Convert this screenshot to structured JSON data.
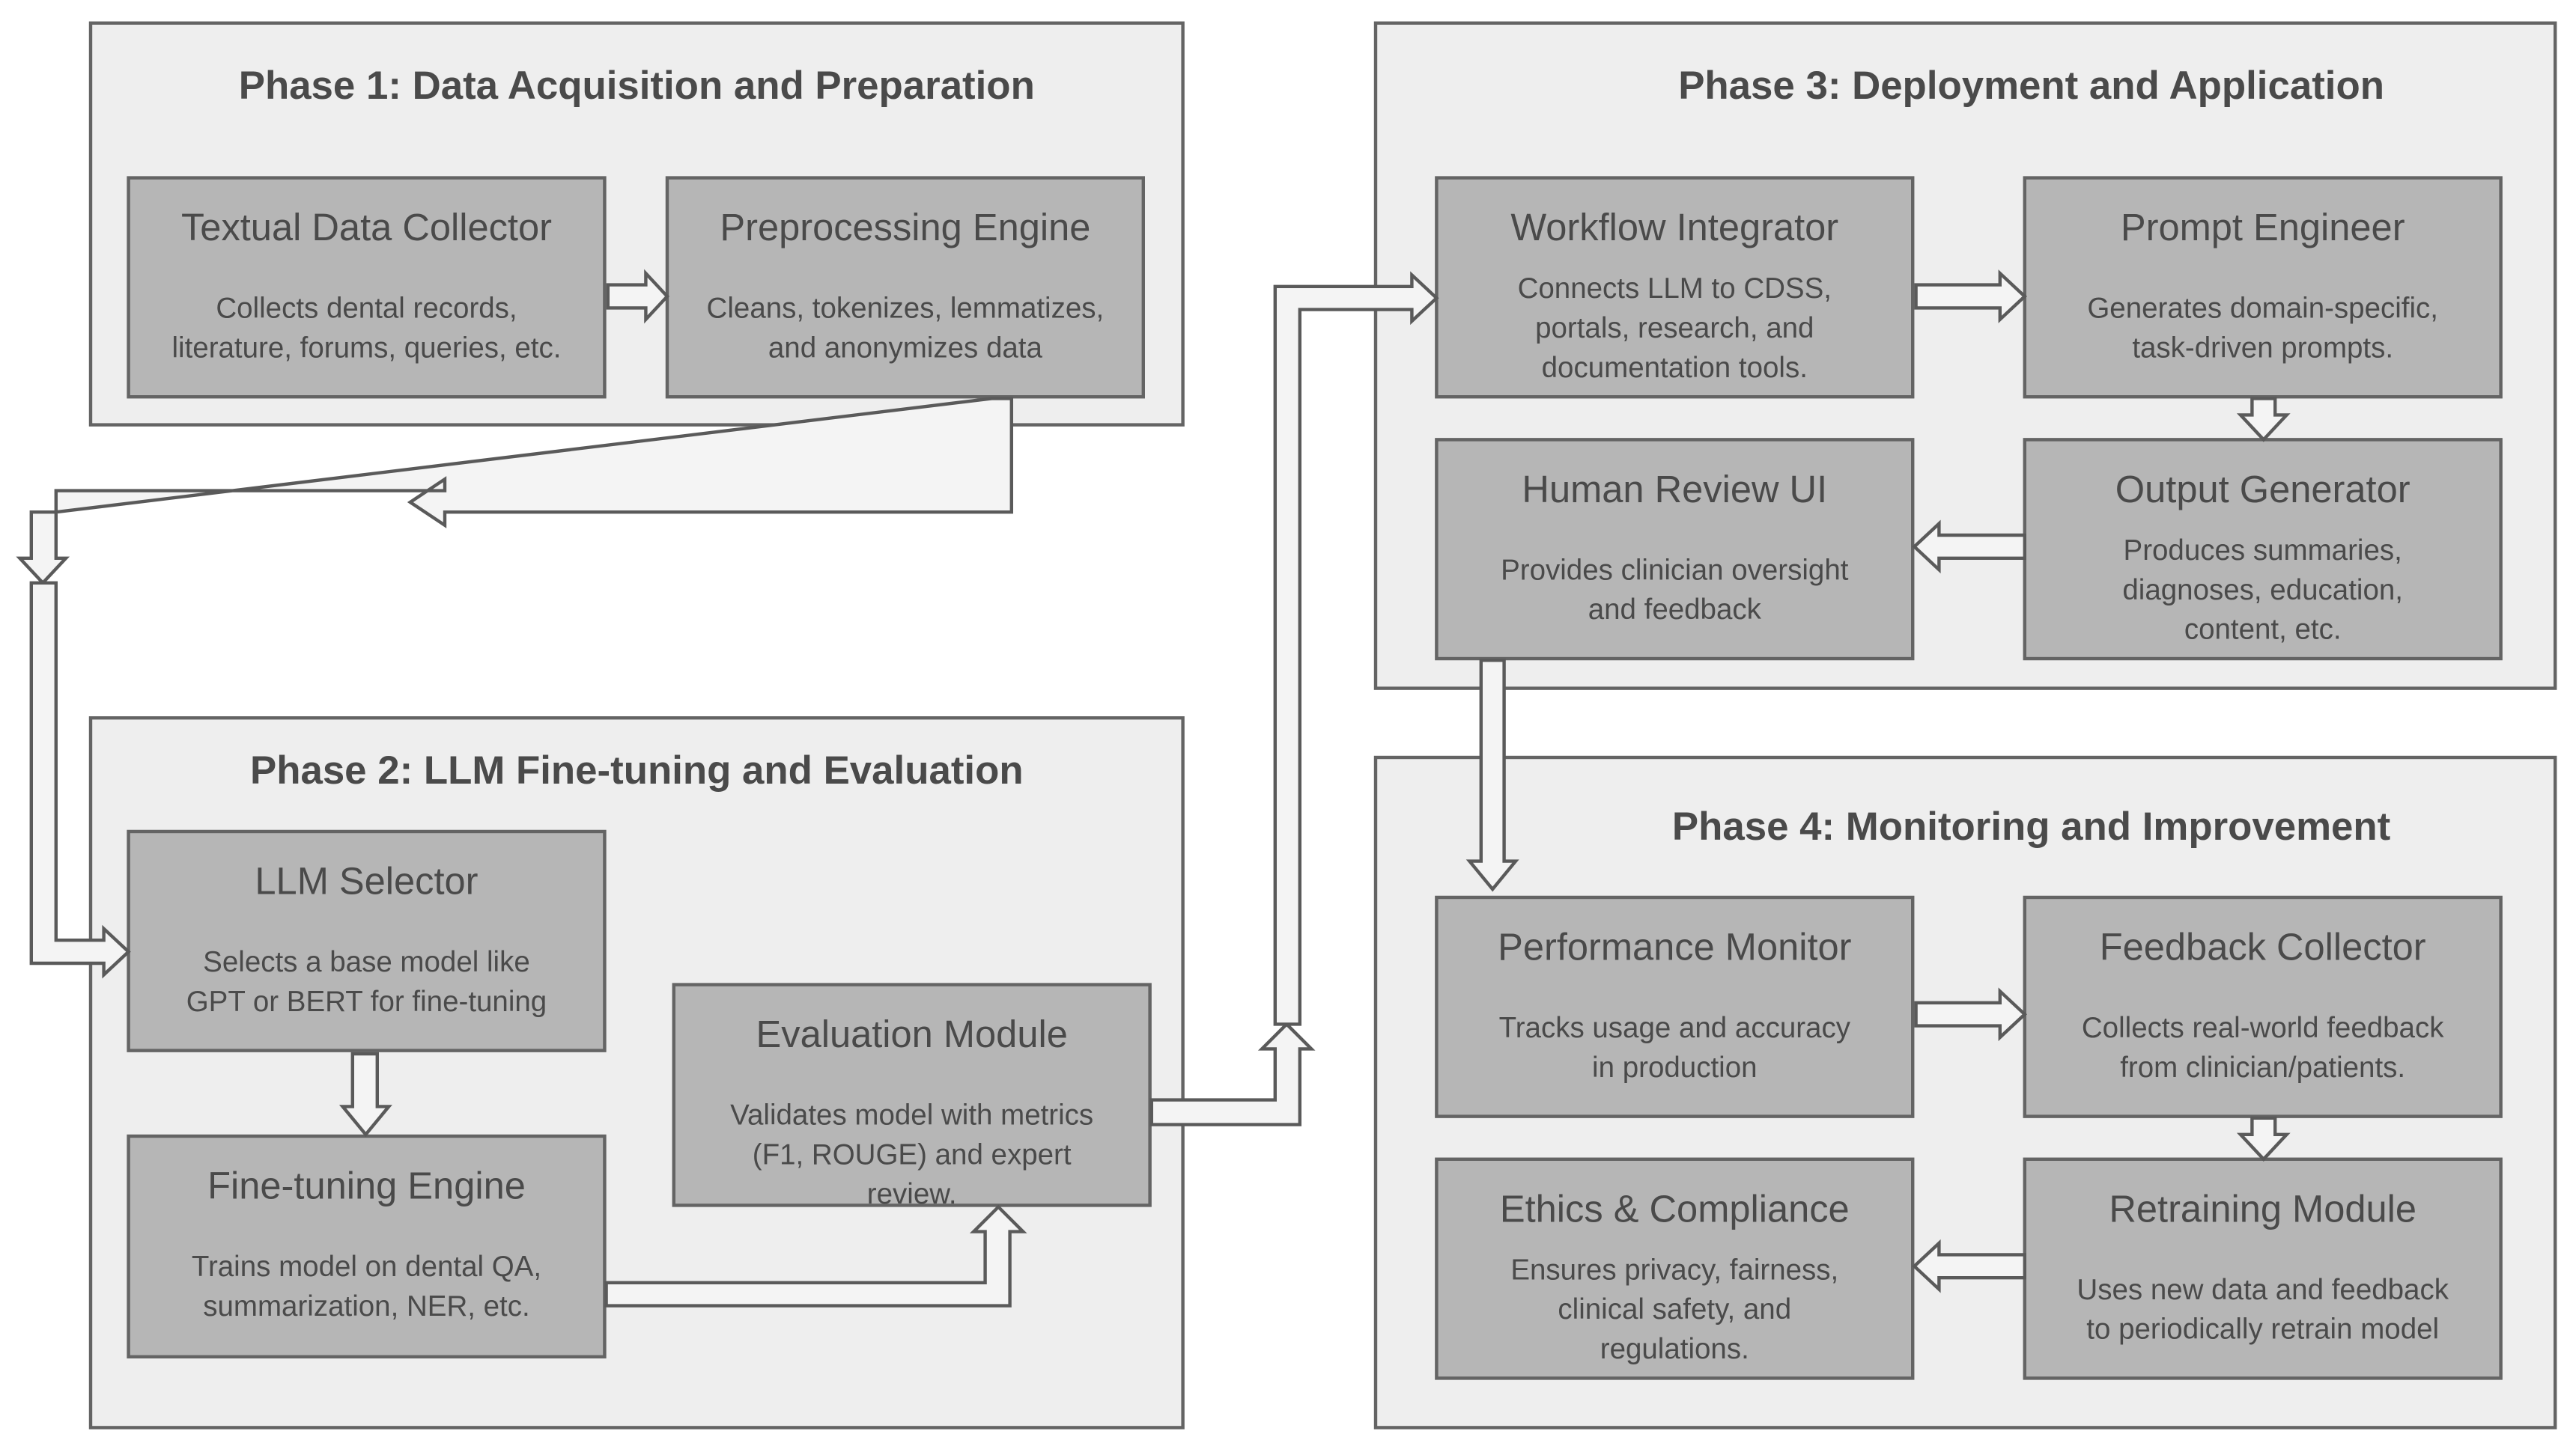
{
  "phases": [
    {
      "title": "Phase 1: Data Acquisition and Preparation",
      "nodes": [
        {
          "title": "Textual Data Collector",
          "desc": "Collects dental records,\nliterature, forums, queries, etc."
        },
        {
          "title": "Preprocessing Engine",
          "desc": "Cleans, tokenizes, lemmatizes,\nand anonymizes data"
        }
      ]
    },
    {
      "title": "Phase 2: LLM Fine-tuning and Evaluation",
      "nodes": [
        {
          "title": "LLM Selector",
          "desc": "Selects a base model like\nGPT or BERT for fine-tuning"
        },
        {
          "title": "Fine-tuning Engine",
          "desc": "Trains model on dental QA,\nsummarization, NER, etc."
        },
        {
          "title": "Evaluation Module",
          "desc": "Validates model with metrics\n(F1, ROUGE) and expert\nreview."
        }
      ]
    },
    {
      "title": "Phase 3: Deployment and Application",
      "nodes": [
        {
          "title": "Workflow Integrator",
          "desc": "Connects LLM to CDSS,\nportals, research, and\ndocumentation tools."
        },
        {
          "title": "Prompt Engineer",
          "desc": "Generates domain-specific,\ntask-driven prompts."
        },
        {
          "title": "Human Review UI",
          "desc": "Provides clinician oversight\nand feedback"
        },
        {
          "title": "Output Generator",
          "desc": "Produces summaries,\ndiagnoses, education,\ncontent, etc."
        }
      ]
    },
    {
      "title": "Phase 4: Monitoring and Improvement",
      "nodes": [
        {
          "title": "Performance Monitor",
          "desc": "Tracks usage and accuracy\nin production"
        },
        {
          "title": "Feedback Collector",
          "desc": "Collects real-world feedback\nfrom clinician/patients."
        },
        {
          "title": "Ethics & Compliance",
          "desc": "Ensures privacy, fairness,\nclinical safety, and\nregulations."
        },
        {
          "title": "Retraining Module",
          "desc": "Uses new data and feedback\nto periodically retrain model"
        }
      ]
    }
  ],
  "colors": {
    "phase_fill": "#eeeeee",
    "node_fill": "#b6b6b6",
    "border": "#646464",
    "text": "#4a4a4a",
    "arrow_fill": "#f4f4f4"
  }
}
